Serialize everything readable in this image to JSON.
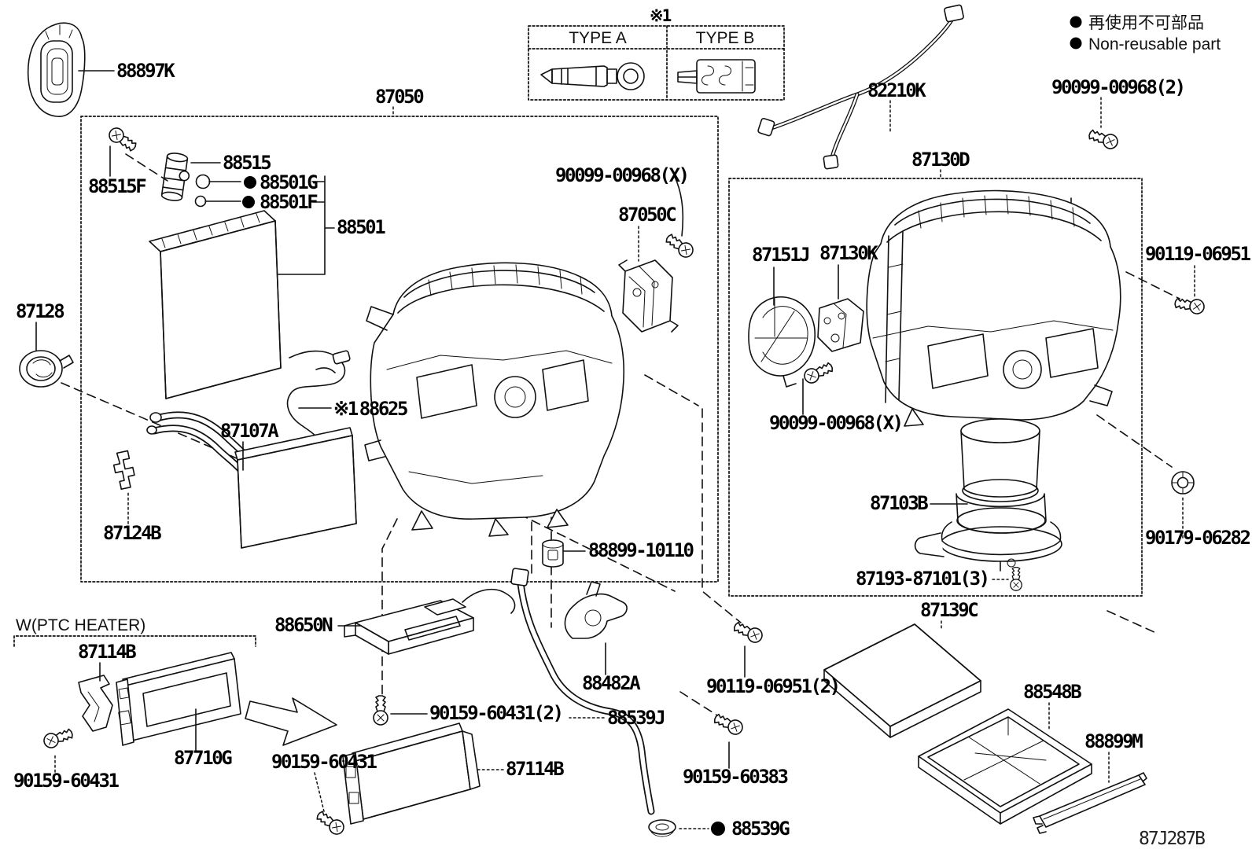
{
  "figure": {
    "code": "87J287B",
    "legend": {
      "symbol": "●",
      "jp": "再使用不可部品",
      "en": "Non-reusable part"
    },
    "note_table": {
      "note": "※1",
      "col_a": "TYPE A",
      "col_b": "TYPE B"
    },
    "ptc_note": "W(PTC HEATER)"
  },
  "parts": [
    {
      "label": "88897K"
    },
    {
      "label": "87050"
    },
    {
      "label": "88515F"
    },
    {
      "label": "88515"
    },
    {
      "label": "88501G",
      "non_reusable": true
    },
    {
      "label": "88501F",
      "non_reusable": true
    },
    {
      "label": "88501"
    },
    {
      "label": "87128"
    },
    {
      "label": "88625",
      "note": "※1"
    },
    {
      "label": "87107A"
    },
    {
      "label": "87124B"
    },
    {
      "label": "90099-00968(X)"
    },
    {
      "label": "87050C"
    },
    {
      "label": "82210K"
    },
    {
      "label": "90099-00968(2)"
    },
    {
      "label": "87130D"
    },
    {
      "label": "87151J"
    },
    {
      "label": "87130K"
    },
    {
      "label": "90099-00968(X)"
    },
    {
      "label": "90119-06951"
    },
    {
      "label": "87103B"
    },
    {
      "label": "87193-87101(3)"
    },
    {
      "label": "90179-06282"
    },
    {
      "label": "87139C"
    },
    {
      "label": "88548B"
    },
    {
      "label": "88899M"
    },
    {
      "label": "88899-10110"
    },
    {
      "label": "88650N"
    },
    {
      "label": "90159-60431(2)"
    },
    {
      "label": "90159-60431"
    },
    {
      "label": "87114B"
    },
    {
      "label": "88482A"
    },
    {
      "label": "88539J"
    },
    {
      "label": "90119-06951(2)"
    },
    {
      "label": "90159-60383"
    },
    {
      "label": "88539G",
      "non_reusable": true
    },
    {
      "label": "87114B"
    },
    {
      "label": "87710G"
    },
    {
      "label": "90159-60431"
    }
  ]
}
